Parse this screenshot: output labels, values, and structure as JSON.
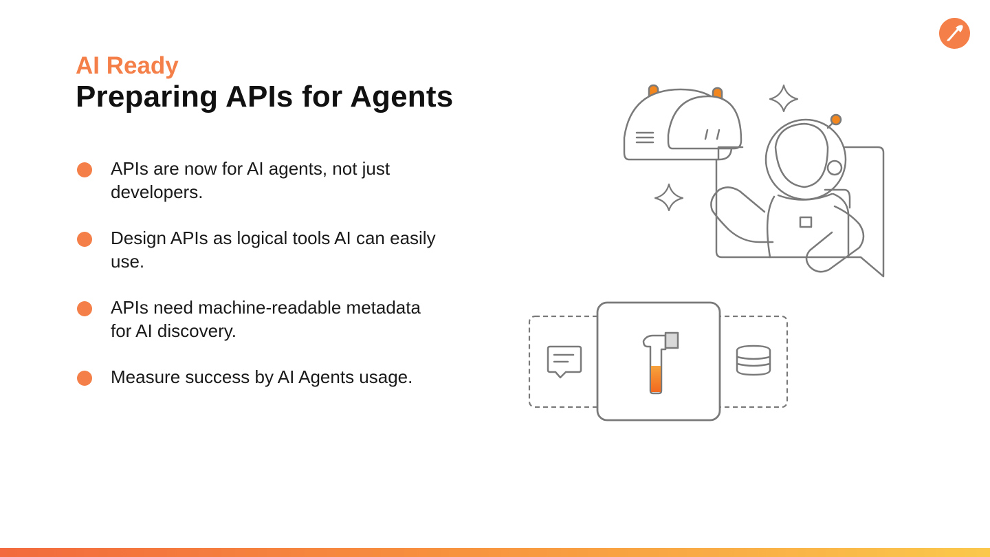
{
  "slide": {
    "eyebrow": "AI Ready",
    "title": "Preparing APIs for Agents",
    "bullets": [
      "APIs are now for AI agents, not just developers.",
      "Design APIs as logical tools AI can easily use.",
      "APIs need machine-readable metadata for AI discovery.",
      "Measure success by AI Agents usage."
    ]
  },
  "icons": {
    "logo": "postman-rocket-icon",
    "robot": "robot-head-icon",
    "astronaut": "astronaut-icon",
    "sparkle": "sparkle-icon",
    "chat": "chat-message-icon",
    "hammer": "hammer-tool-icon",
    "database": "database-icon"
  },
  "colors": {
    "accent": "#f47f48",
    "text": "#111111",
    "line_art": "#7a7a7a"
  }
}
